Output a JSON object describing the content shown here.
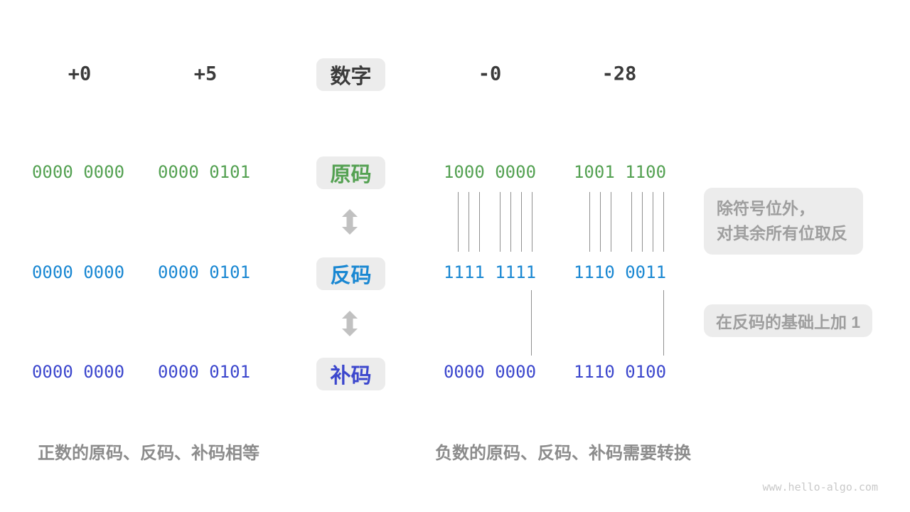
{
  "header": {
    "col1": "+0",
    "col2": "+5",
    "label": "数字",
    "col4": "-0",
    "col5": "-28"
  },
  "rows": {
    "sign": {
      "label": "原码",
      "values": [
        "0000 0000",
        "0000 0101",
        "1000 0000",
        "1001 1100"
      ]
    },
    "ones": {
      "label": "反码",
      "values": [
        "0000 0000",
        "0000 0101",
        "1111 1111",
        "1110 0011"
      ]
    },
    "twos": {
      "label": "补码",
      "values": [
        "0000 0000",
        "0000 0101",
        "0000 0000",
        "1110 0100"
      ]
    }
  },
  "annotations": {
    "flip_line1": "除符号位外，",
    "flip_line2": "对其余所有位取反",
    "add_one": "在反码的基础上加 1"
  },
  "captions": {
    "positive": "正数的原码、反码、补码相等",
    "negative": "负数的原码、反码、补码需要转换"
  },
  "footer": "www.hello-algo.com",
  "colors": {
    "sign_code_green": "#54a152",
    "ones_code_blue": "#1987d2",
    "twos_code_indigo": "#3c47cd",
    "box_background": "#ececec",
    "tick_gray": "#8f8f8f",
    "arrow_gray": "#c1c1c1"
  }
}
